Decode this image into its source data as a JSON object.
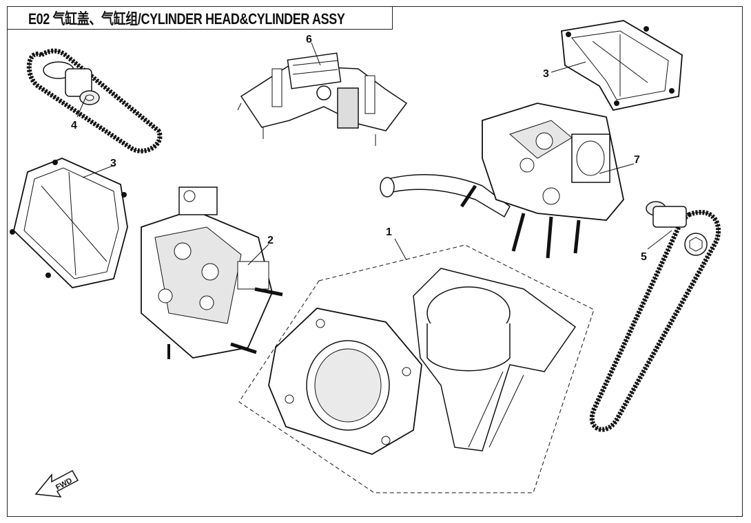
{
  "header": {
    "title": "E02 气缸盖、气缸组/CYLINDER HEAD&CYLINDER ASSY"
  },
  "callouts": {
    "p1": "1",
    "p2": "2",
    "p3a": "3",
    "p3b": "3",
    "p4": "4",
    "p5": "5",
    "p6": "6",
    "p7": "7"
  },
  "direction_label": "FWD",
  "colors": {
    "line": "#111111",
    "fill": "#ffffff",
    "shade": "#d9d9d9"
  }
}
